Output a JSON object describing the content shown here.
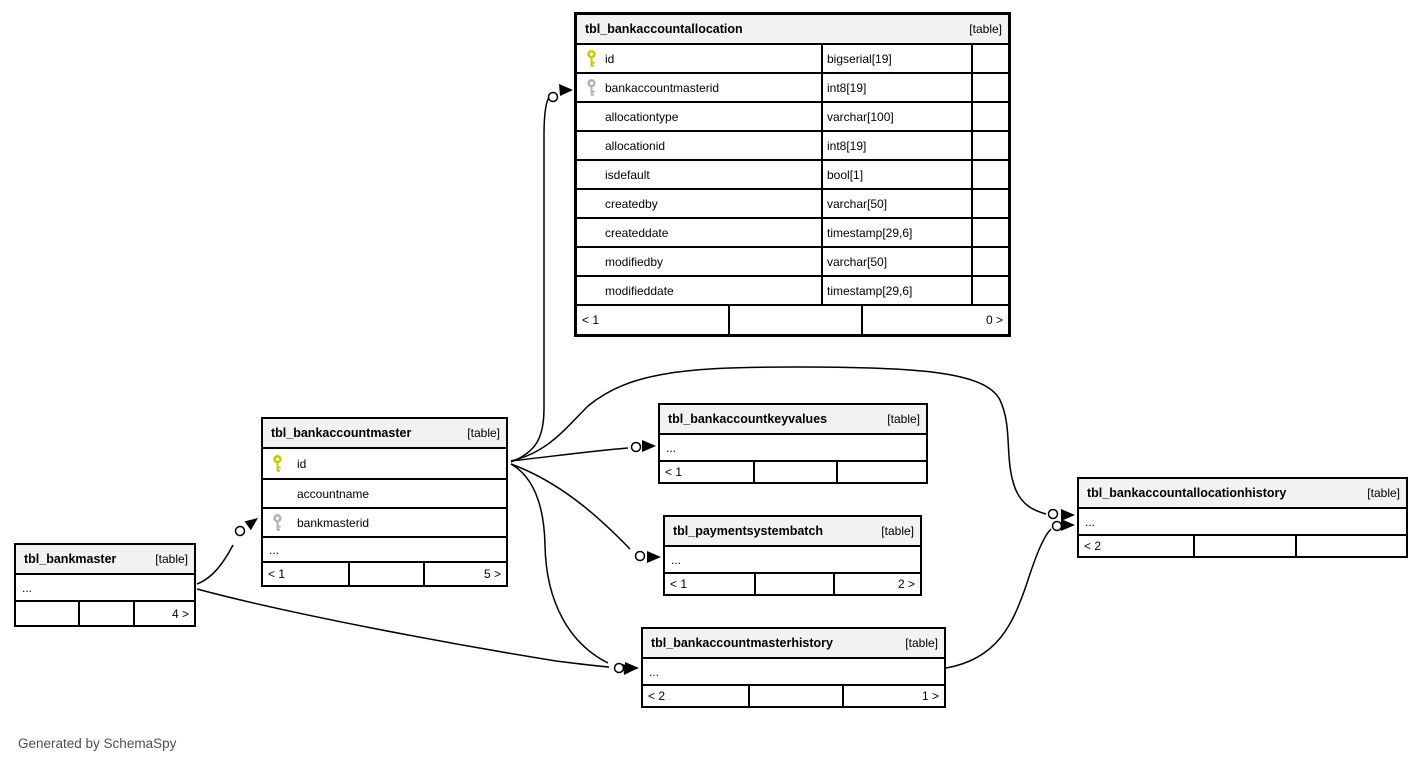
{
  "page": {
    "generated_by": "Generated by SchemaSpy"
  },
  "colors": {
    "primary_key": "#c9c900",
    "foreign_key": "#b4b4b4",
    "header_bg": "#f2f2f2",
    "border": "#000000",
    "caption_text": "#4f4f4f"
  },
  "tables": [
    {
      "name": "tbl_bankaccountallocation",
      "badge": "[table]",
      "columns": [
        {
          "name": "id",
          "type": "bigserial[19]",
          "key": "primary"
        },
        {
          "name": "bankaccountmasterid",
          "type": "int8[19]",
          "key": "foreign"
        },
        {
          "name": "allocationtype",
          "type": "varchar[100]",
          "key": ""
        },
        {
          "name": "allocationid",
          "type": "int8[19]",
          "key": ""
        },
        {
          "name": "isdefault",
          "type": "bool[1]",
          "key": ""
        },
        {
          "name": "createdby",
          "type": "varchar[50]",
          "key": ""
        },
        {
          "name": "createddate",
          "type": "timestamp[29,6]",
          "key": ""
        },
        {
          "name": "modifiedby",
          "type": "varchar[50]",
          "key": ""
        },
        {
          "name": "modifieddate",
          "type": "timestamp[29,6]",
          "key": ""
        }
      ],
      "footer": {
        "left": "< 1",
        "center": "",
        "right": "0 >"
      }
    },
    {
      "name": "tbl_bankaccountmaster",
      "badge": "[table]",
      "columns": [
        {
          "name": "id",
          "key": "primary"
        },
        {
          "name": "accountname",
          "key": ""
        },
        {
          "name": "bankmasterid",
          "key": "foreign"
        },
        {
          "name": "...",
          "key": "",
          "ellipsis": true
        }
      ],
      "footer": {
        "left": "< 1",
        "center": "",
        "right": "5 >"
      }
    },
    {
      "name": "tbl_bankmaster",
      "badge": "[table]",
      "columns": [
        {
          "name": "...",
          "key": "",
          "ellipsis": true
        }
      ],
      "footer": {
        "left": "",
        "center": "",
        "right": "4 >"
      }
    },
    {
      "name": "tbl_bankaccountkeyvalues",
      "badge": "[table]",
      "columns": [
        {
          "name": "...",
          "key": "",
          "ellipsis": true
        }
      ],
      "footer": {
        "left": "< 1",
        "center": "",
        "right": ""
      }
    },
    {
      "name": "tbl_paymentsystembatch",
      "badge": "[table]",
      "columns": [
        {
          "name": "...",
          "key": "",
          "ellipsis": true
        }
      ],
      "footer": {
        "left": "< 1",
        "center": "",
        "right": "2 >"
      }
    },
    {
      "name": "tbl_bankaccountmasterhistory",
      "badge": "[table]",
      "columns": [
        {
          "name": "...",
          "key": "",
          "ellipsis": true
        }
      ],
      "footer": {
        "left": "< 2",
        "center": "",
        "right": "1 >"
      }
    },
    {
      "name": "tbl_bankaccountallocationhistory",
      "badge": "[table]",
      "columns": [
        {
          "name": "...",
          "key": "",
          "ellipsis": true
        }
      ],
      "footer": {
        "left": "< 2",
        "center": "",
        "right": ""
      }
    }
  ],
  "relationships": [
    {
      "from": "tbl_bankaccountmaster.id",
      "to": "tbl_bankaccountallocation.bankaccountmasterid"
    },
    {
      "from": "tbl_bankaccountmaster.id",
      "to": "tbl_bankaccountkeyvalues"
    },
    {
      "from": "tbl_bankaccountmaster.id",
      "to": "tbl_paymentsystembatch"
    },
    {
      "from": "tbl_bankaccountmaster.id",
      "to": "tbl_bankaccountmasterhistory"
    },
    {
      "from": "tbl_bankaccountmaster.id",
      "to": "tbl_bankaccountallocationhistory"
    },
    {
      "from": "tbl_bankmaster",
      "to": "tbl_bankaccountmaster.bankmasterid"
    },
    {
      "from": "tbl_bankmaster",
      "to": "tbl_bankaccountmasterhistory"
    },
    {
      "from": "tbl_bankaccountmasterhistory",
      "to": "tbl_bankaccountallocationhistory"
    }
  ]
}
